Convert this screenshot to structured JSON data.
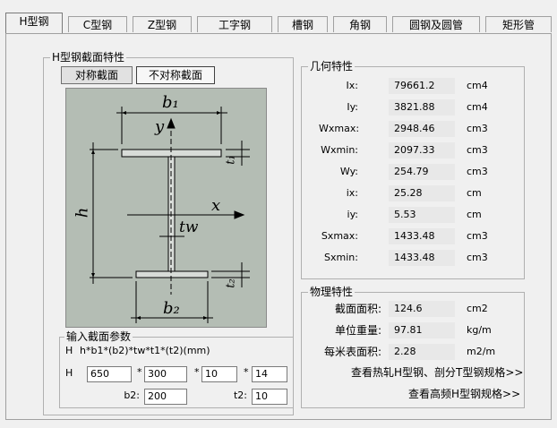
{
  "tabs": [
    "H型钢",
    "C型钢",
    "Z型钢",
    "工字钢",
    "槽钢",
    "角钢",
    "圆钢及圆管",
    "矩形管"
  ],
  "section_group": {
    "title": "H型钢截面特性",
    "btn_sym": "对称截面",
    "btn_asym": "不对称截面"
  },
  "diagram": {
    "b1": "b₁",
    "b2": "b₂",
    "h": "h",
    "t1": "t₁",
    "t2": "t₂",
    "y": "y",
    "x": "x",
    "tw": "tw"
  },
  "input_group": {
    "title": "输入截面参数",
    "formula_prefix": "H",
    "formula": "h*b1*(b2)*tw*t1*(t2)(mm)",
    "h_label": "H",
    "sep": "*",
    "h": "650",
    "b1": "300",
    "tw": "10",
    "t1": "14",
    "b2_label": "b2:",
    "b2": "200",
    "t2_label": "t2:",
    "t2": "10"
  },
  "geo": {
    "title": "几何特性",
    "rows": [
      {
        "label": "Ix:",
        "value": "79661.2",
        "unit": "cm4"
      },
      {
        "label": "Iy:",
        "value": "3821.88",
        "unit": "cm4"
      },
      {
        "label": "Wxmax:",
        "value": "2948.46",
        "unit": "cm3"
      },
      {
        "label": "Wxmin:",
        "value": "2097.33",
        "unit": "cm3"
      },
      {
        "label": "Wy:",
        "value": "254.79",
        "unit": "cm3"
      },
      {
        "label": "ix:",
        "value": "25.28",
        "unit": "cm"
      },
      {
        "label": "iy:",
        "value": "5.53",
        "unit": "cm"
      },
      {
        "label": "Sxmax:",
        "value": "1433.48",
        "unit": "cm3"
      },
      {
        "label": "Sxmin:",
        "value": "1433.48",
        "unit": "cm3"
      }
    ]
  },
  "phys": {
    "title": "物理特性",
    "rows": [
      {
        "label": "截面面积:",
        "value": "124.6",
        "unit": "cm2"
      },
      {
        "label": "单位重量:",
        "value": "97.81",
        "unit": "kg/m"
      },
      {
        "label": "每米表面积:",
        "value": "2.28",
        "unit": "m2/m"
      }
    ],
    "link1": "查看热轧H型钢、剖分T型钢规格>>",
    "link2": "查看高频H型钢规格>>"
  }
}
